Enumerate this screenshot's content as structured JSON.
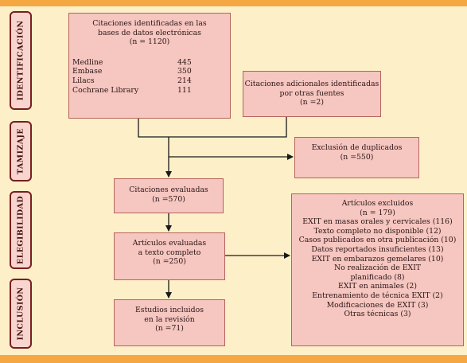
{
  "stages": [
    {
      "id": "identificacion",
      "label": "IDENTIFICACIÓN"
    },
    {
      "id": "tamizaje",
      "label": "TAMIZAJE"
    },
    {
      "id": "elegibilidad",
      "label": "ELEGIBILIDAD"
    },
    {
      "id": "inclusion",
      "label": "INCLUSIÓN"
    }
  ],
  "boxes": {
    "identified": {
      "title_lines": [
        "Citaciones identificadas en las",
        "bases de datos electrónicas",
        "(n = 1120)"
      ],
      "databases": [
        {
          "name": "Medline",
          "count": "445"
        },
        {
          "name": "Embase",
          "count": "350"
        },
        {
          "name": "Lilacs",
          "count": "214"
        },
        {
          "name": "Cochrane Library",
          "count": "111"
        }
      ]
    },
    "additional": {
      "lines": [
        "Citaciones adicionales identificadas",
        "por otras fuentes",
        "(n =2)"
      ]
    },
    "duplicates": {
      "lines": [
        "Exclusión de duplicados",
        "(n =550)"
      ]
    },
    "evaluated": {
      "lines": [
        "Citaciones evaluadas",
        "(n =570)"
      ]
    },
    "fulltext": {
      "lines": [
        "Artículos evaluadas",
        "a texto completo",
        "(n =250)"
      ]
    },
    "included": {
      "lines": [
        "Estudios incluidos",
        "en la revisión",
        "(n =71)"
      ]
    },
    "excluded": {
      "lines": [
        "Artículos excluidos",
        "(n = 179)",
        "EXIT en masas orales y cervicales (116)",
        "Texto completo no disponible (12)",
        "Casos publicados en otra publicación (10)",
        "Datos reportados insuficientes (13)",
        "EXIT en embarazos gemelares (10)",
        "No realización de EXIT",
        "planificado (8)",
        "EXIT en animales (2)",
        "Entrenamiento de técnica EXIT (2)",
        "Modificaciones de EXIT (3)",
        "Otras técnicas (3)"
      ]
    }
  },
  "colors": {
    "band": "#f5a742",
    "background": "#fdf0c9",
    "box_fill": "#f6c6c0",
    "box_border": "#b5645c",
    "stage_border": "#7a1e1e"
  }
}
